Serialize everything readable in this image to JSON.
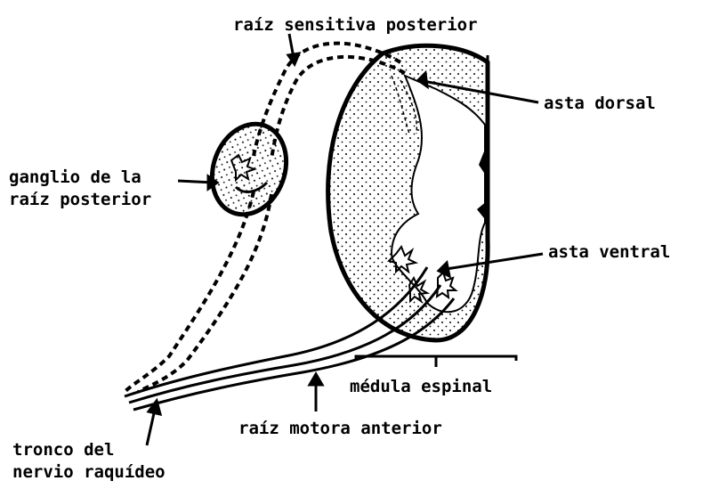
{
  "labels": {
    "root_sensory": "raíz sensitiva posterior",
    "dorsal_horn": "asta dorsal",
    "ganglion_line1": "ganglio de la",
    "ganglion_line2": "raíz posterior",
    "ventral_horn": "asta ventral",
    "spinal_cord": "médula espinal",
    "motor_root": "raíz motora anterior",
    "trunk_line1": "tronco del",
    "trunk_line2": "nervio raquídeo"
  },
  "colors": {
    "ink": "#000000",
    "paper": "#ffffff"
  }
}
